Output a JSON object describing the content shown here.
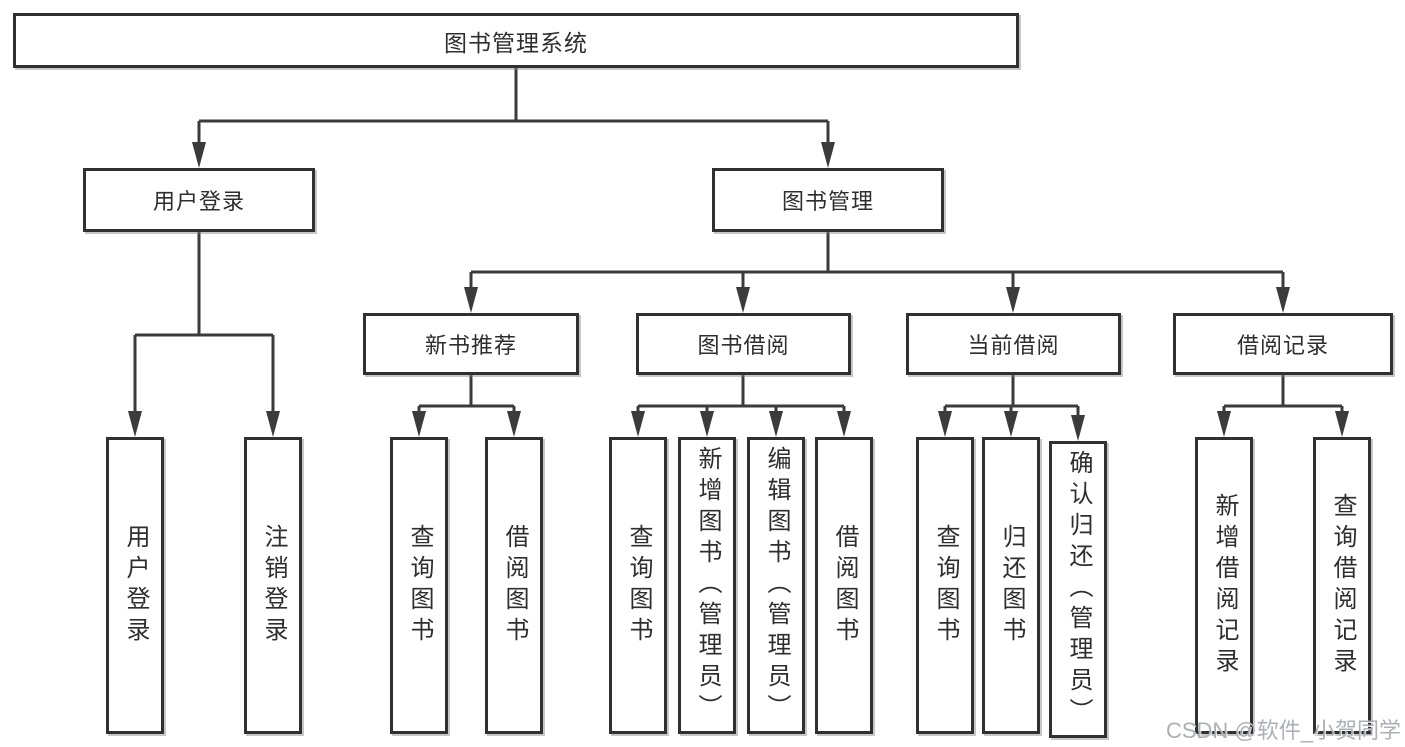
{
  "diagram": {
    "root": {
      "label": "图书管理系统"
    },
    "branches": [
      {
        "label": "用户登录",
        "children": [
          "用户登录",
          "注销登录"
        ]
      },
      {
        "label": "图书管理",
        "children": [
          {
            "label": "新书推荐",
            "children": [
              "查询图书",
              "借阅图书"
            ]
          },
          {
            "label": "图书借阅",
            "children": [
              "查询图书",
              "新增图书（管理员）",
              "编辑图书（管理员）",
              "借阅图书"
            ]
          },
          {
            "label": "当前借阅",
            "children": [
              "查询图书",
              "归还图书",
              "确认归还（管理员）"
            ]
          },
          {
            "label": "借阅记录",
            "children": [
              "新增借阅记录",
              "查询借阅记录"
            ]
          }
        ]
      }
    ]
  },
  "watermark": {
    "text": "CSDN @软件_小贺同学"
  },
  "colors": {
    "line": "#3b3b3b",
    "box_border": "#303030",
    "box_fill": "#ffffff",
    "text": "#2e2e2e",
    "watermark": "#a8acb2",
    "background": "#ffffff"
  }
}
